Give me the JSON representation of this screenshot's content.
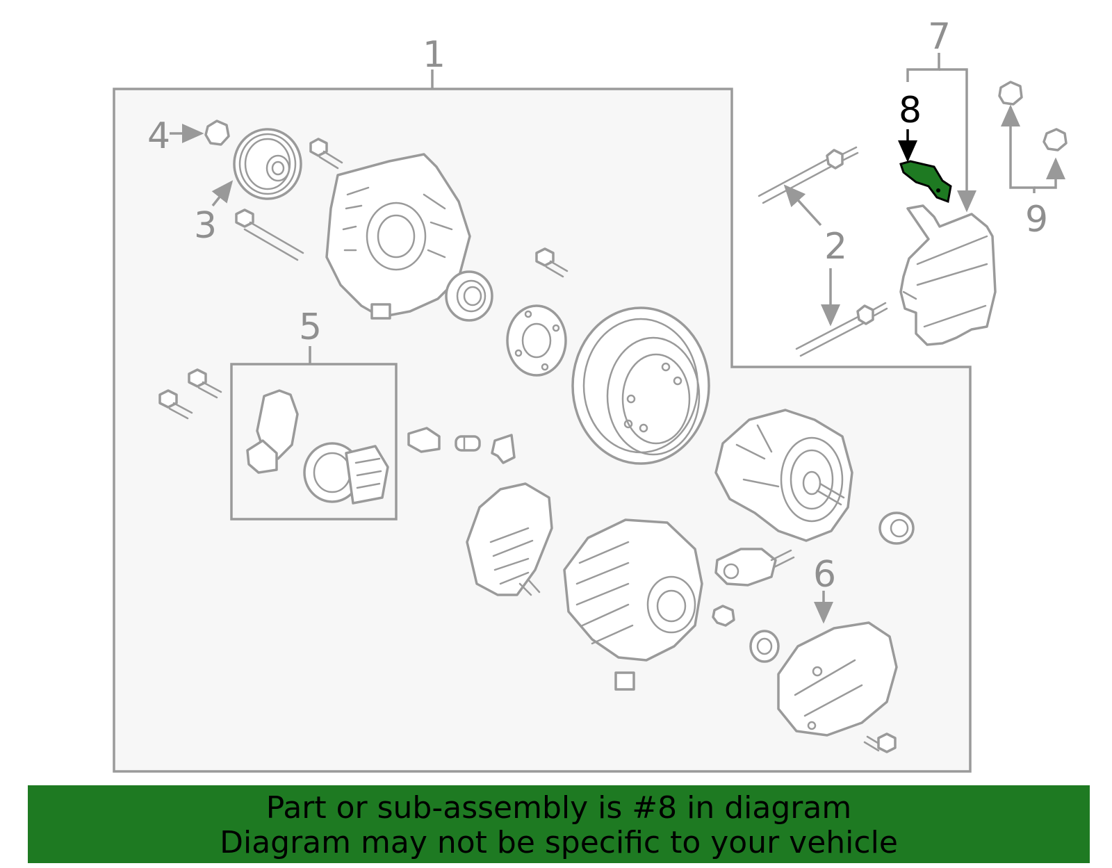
{
  "callouts": {
    "c1": "1",
    "c2": "2",
    "c3": "3",
    "c4": "4",
    "c5": "5",
    "c6": "6",
    "c7": "7",
    "c8": "8",
    "c9": "9"
  },
  "highlight": {
    "part_number": "8",
    "color": "#1e7a22"
  },
  "banner": {
    "line1": "Part or sub-assembly is #8 in diagram",
    "line2": "Diagram may not be specific to your vehicle",
    "background": "#1e7a22"
  }
}
